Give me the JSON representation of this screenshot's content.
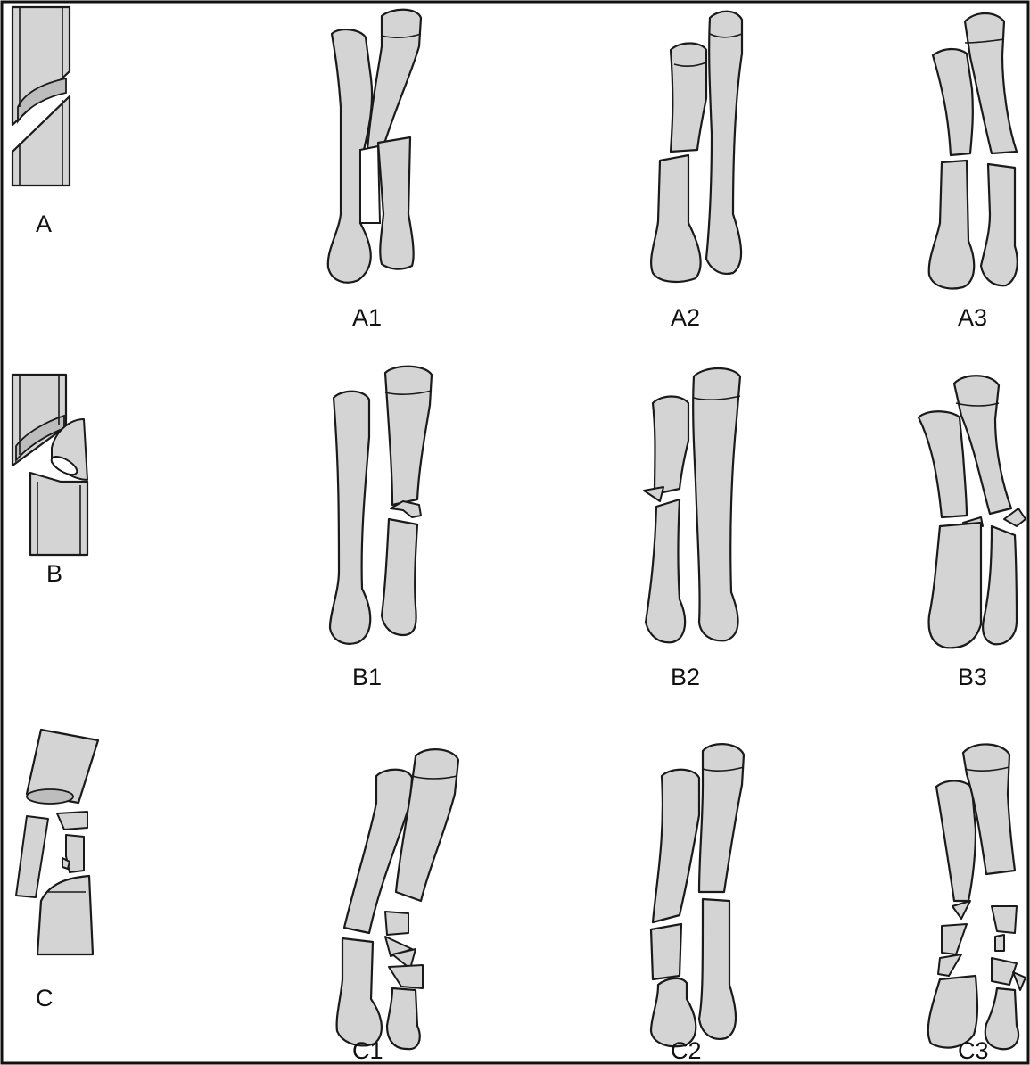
{
  "rows": [
    {
      "key": "A",
      "label": "A",
      "subtypes": [
        "A1",
        "A2",
        "A3"
      ]
    },
    {
      "key": "B",
      "label": "B",
      "subtypes": [
        "B1",
        "B2",
        "B3"
      ]
    },
    {
      "key": "C",
      "label": "C",
      "subtypes": [
        "C1",
        "C2",
        "C3"
      ]
    }
  ],
  "colors": {
    "bone_fill": "#d4d4d4",
    "outline": "#1a1a1a",
    "background": "#ffffff"
  }
}
